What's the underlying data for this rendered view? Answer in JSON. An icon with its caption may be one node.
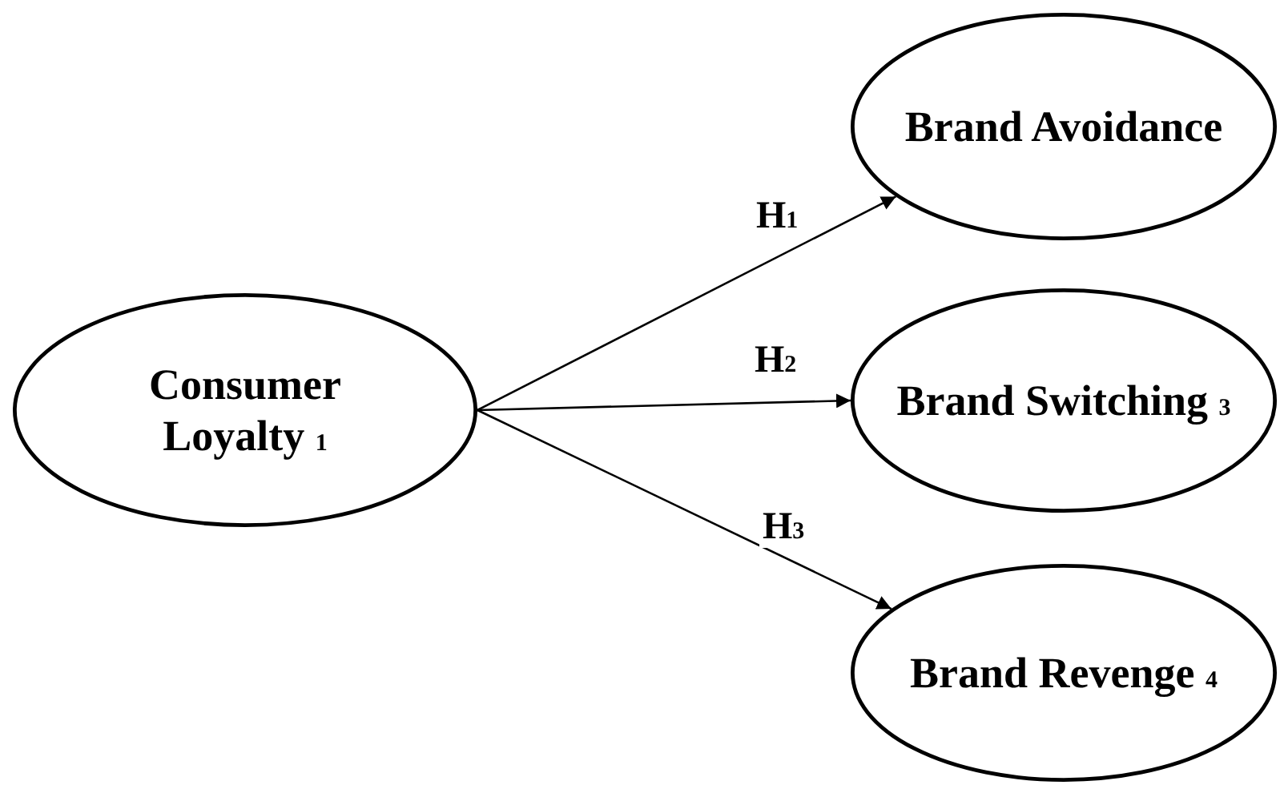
{
  "diagram": {
    "nodes": [
      {
        "text": [
          "Consumer Loyalty $_{1}$"
        ]
      },
      {
        "text": [
          "Brand Avoidance"
        ]
      },
      {
        "text": [
          "Brand Switching $_{3}$"
        ]
      },
      {
        "text": [
          "Brand Revenge $_{4}$"
        ]
      }
    ],
    "edges": [
      {
        "from": 0,
        "to": 1,
        "arrow": "to",
        "label": "H$_{1}$"
      },
      {
        "from": 0,
        "to": 2,
        "arrow": "to",
        "label": "H$_{2}$"
      },
      {
        "from": 0,
        "to": 3,
        "arrow": "to",
        "label": "H$_{3}$"
      }
    ]
  }
}
